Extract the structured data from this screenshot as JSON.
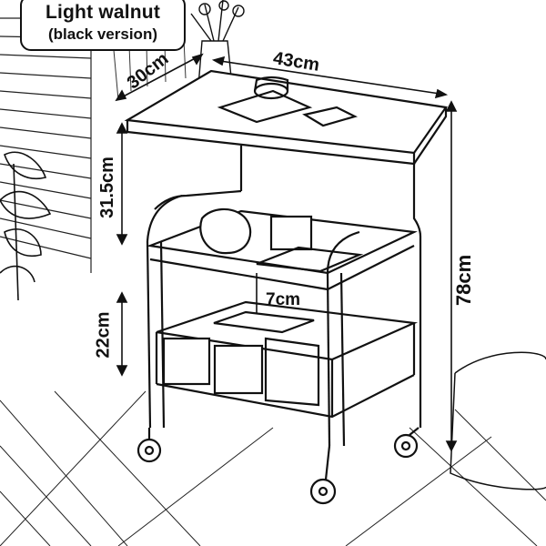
{
  "product": {
    "label_line1": "Light walnut",
    "label_line2": "(black version)"
  },
  "dimensions": {
    "width": "43cm",
    "depth": "30cm",
    "height": "78cm",
    "upper_gap": "31.5cm",
    "lower_gap": "22cm",
    "drawer_depth": "7cm"
  },
  "colors": {
    "ink": "#111111",
    "paper": "#ffffff"
  }
}
